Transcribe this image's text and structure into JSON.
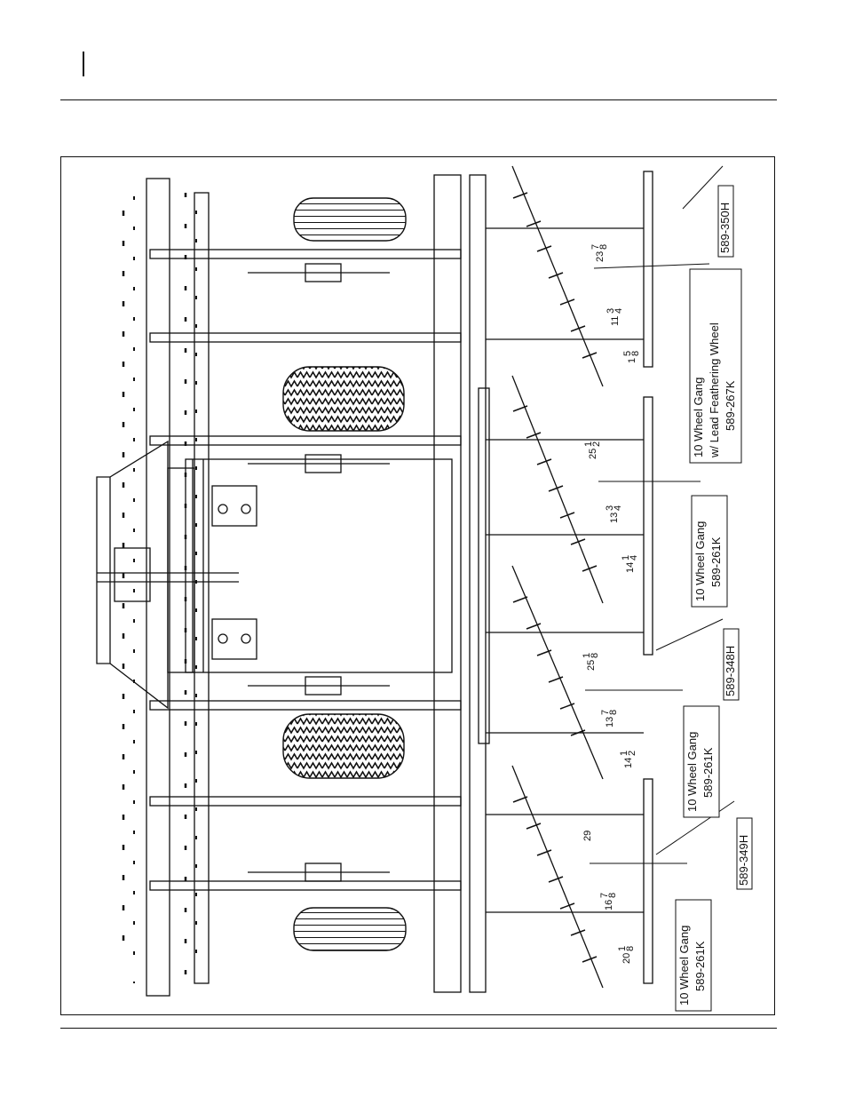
{
  "figure": {
    "callouts": [
      {
        "part": "589-350H"
      },
      {
        "part": "589-348H"
      },
      {
        "part": "589-349H"
      }
    ],
    "gangs": [
      {
        "line1": "10 Wheel Gang",
        "line2": "w/ Lead Feathering Wheel",
        "part": "589-267K"
      },
      {
        "line1": "10 Wheel Gang",
        "part": "589-261K"
      },
      {
        "line1": "10 Wheel Gang",
        "part": "589-261K"
      },
      {
        "line1": "10 Wheel Gang",
        "part": "589-261K"
      }
    ],
    "dimensions": [
      {
        "whole": "23",
        "num": "7",
        "den": "8"
      },
      {
        "whole": "11",
        "num": "3",
        "den": "4"
      },
      {
        "whole": "1",
        "num": "5",
        "den": "8"
      },
      {
        "whole": "25",
        "num": "1",
        "den": "2"
      },
      {
        "whole": "13",
        "num": "3",
        "den": "4"
      },
      {
        "whole": "14",
        "num": "1",
        "den": "4"
      },
      {
        "whole": "25",
        "num": "1",
        "den": "8"
      },
      {
        "whole": "13",
        "num": "7",
        "den": "8"
      },
      {
        "whole": "14",
        "num": "1",
        "den": "2"
      },
      {
        "whole": "29",
        "num": "",
        "den": ""
      },
      {
        "whole": "16",
        "num": "7",
        "den": "8"
      },
      {
        "whole": "20",
        "num": "1",
        "den": "8"
      }
    ]
  }
}
